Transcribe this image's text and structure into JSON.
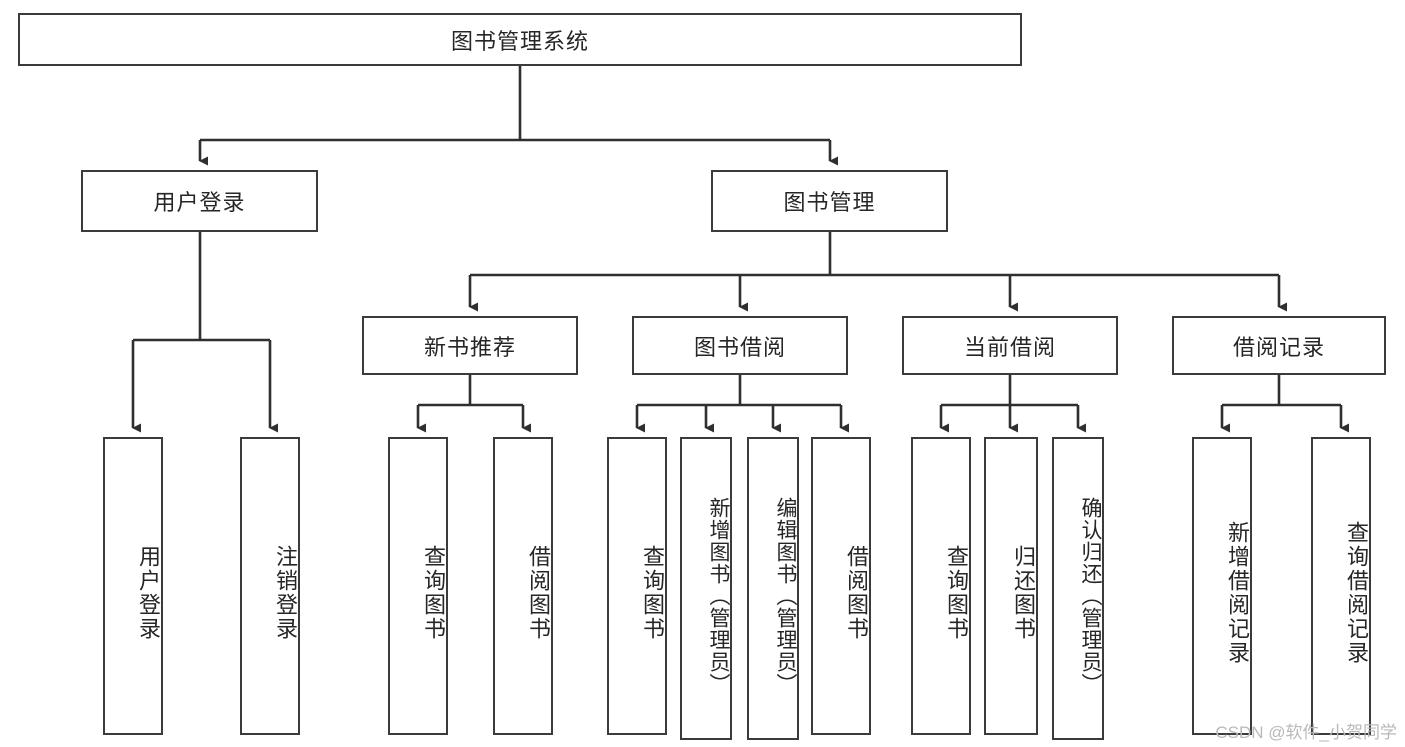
{
  "diagram": {
    "type": "tree-hierarchy",
    "title": "图书管理系统",
    "watermark": "CSDN @软件_小贺同学",
    "colors": {
      "box_border": "#3b3b3b",
      "box_fill": "#ffffff",
      "connector": "#2f2f2f",
      "text": "#262626",
      "watermark": "#b9b9b9"
    },
    "root": {
      "label": "图书管理系统"
    },
    "level2": [
      {
        "label": "用户登录"
      },
      {
        "label": "图书管理"
      }
    ],
    "level3": [
      {
        "label": "新书推荐"
      },
      {
        "label": "图书借阅"
      },
      {
        "label": "当前借阅"
      },
      {
        "label": "借阅记录"
      }
    ],
    "leaves": {
      "user_login": [
        {
          "label": "用户登录"
        },
        {
          "label": "注销登录"
        }
      ],
      "new_book_recommend": [
        {
          "label": "查询图书"
        },
        {
          "label": "借阅图书"
        }
      ],
      "book_borrow": [
        {
          "label": "查询图书"
        },
        {
          "label": "新增图书（管理员）"
        },
        {
          "label": "编辑图书（管理员）"
        },
        {
          "label": "借阅图书"
        }
      ],
      "current_borrow": [
        {
          "label": "查询图书"
        },
        {
          "label": "归还图书"
        },
        {
          "label": "确认归还（管理员）"
        }
      ],
      "borrow_record": [
        {
          "label": "新增借阅记录"
        },
        {
          "label": "查询借阅记录"
        }
      ]
    }
  }
}
